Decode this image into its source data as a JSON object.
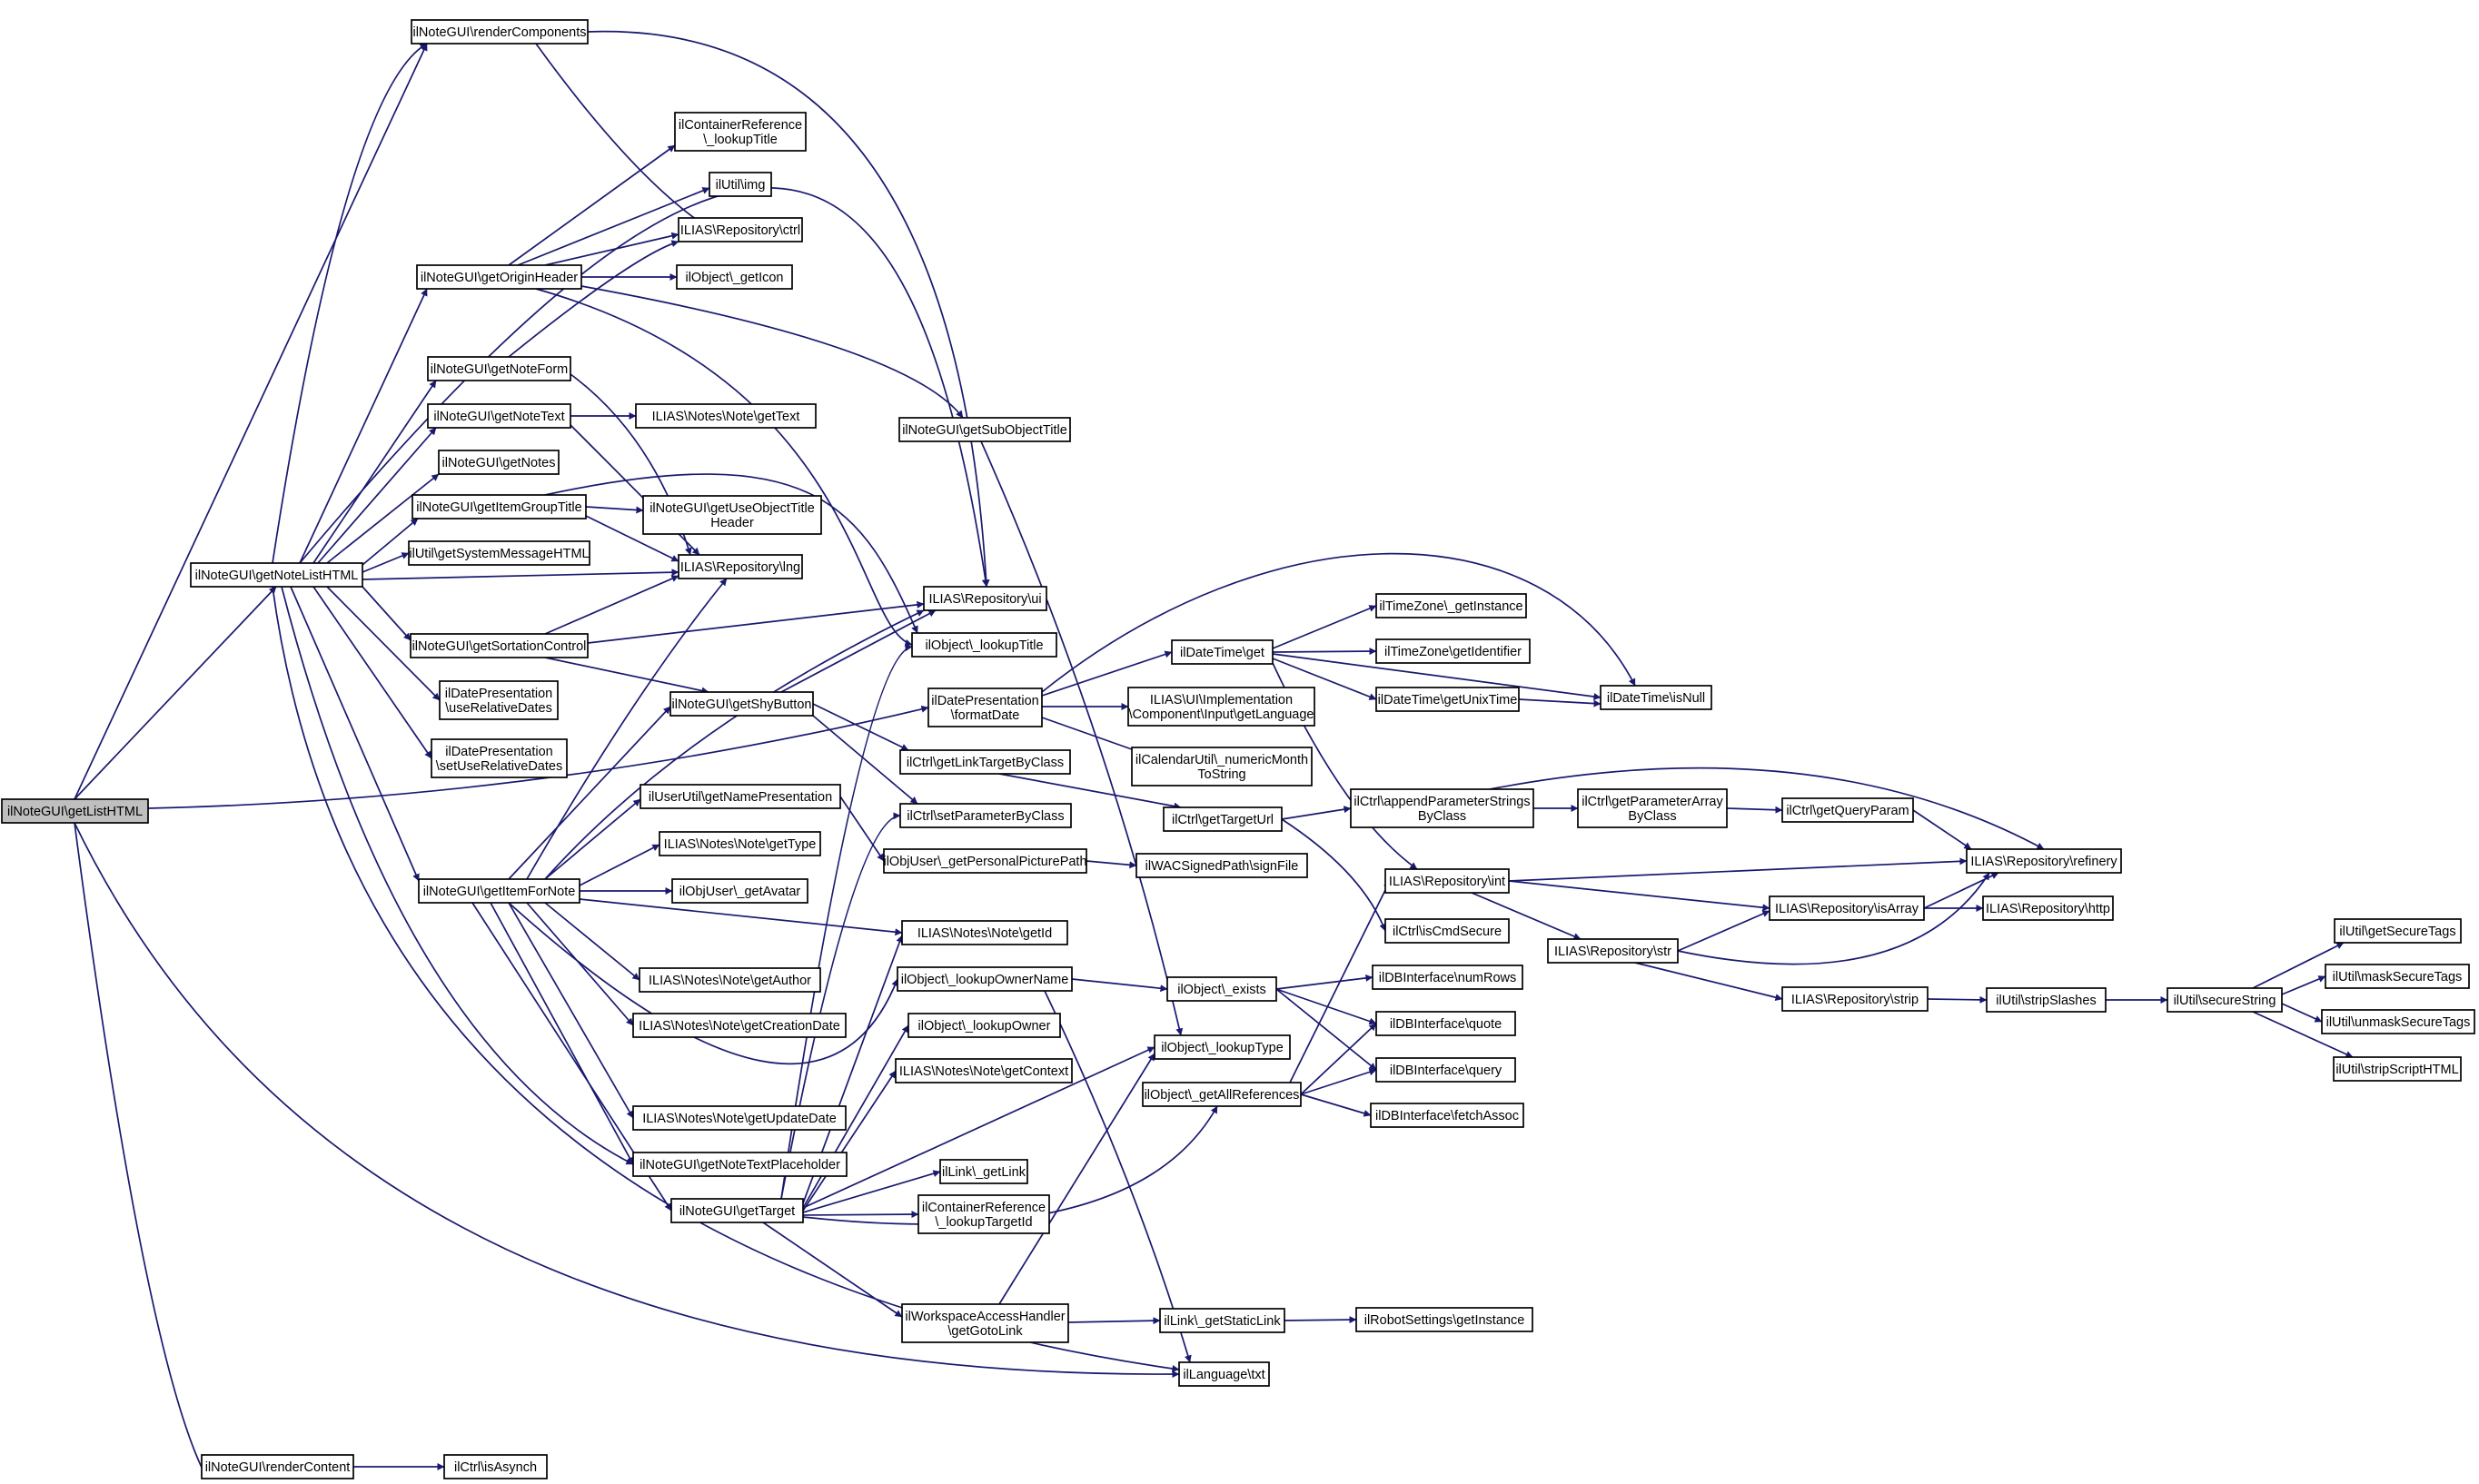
{
  "diagram": {
    "type": "doxygen-call-graph",
    "colors": {
      "edge": "#191970",
      "node_border": "#000000",
      "truncated_border": "#ff0000",
      "root_fill": "#bfbfbf",
      "node_fill": "#ffffff"
    },
    "nodes": [
      {
        "id": "root",
        "lines": [
          "ilNoteGUI\\getListHTML"
        ],
        "style": "root"
      },
      {
        "id": "renderComponents",
        "lines": [
          "ilNoteGUI\\renderComponents"
        ]
      },
      {
        "id": "getNoteListHTML",
        "lines": [
          "ilNoteGUI\\getNoteListHTML"
        ]
      },
      {
        "id": "renderContent",
        "lines": [
          "ilNoteGUI\\renderContent"
        ]
      },
      {
        "id": "containerRefLookupTitle",
        "lines": [
          "ilContainerReference",
          "\\_lookupTitle"
        ]
      },
      {
        "id": "utilImg",
        "lines": [
          "ilUtil\\img"
        ]
      },
      {
        "id": "repoCtrl",
        "lines": [
          "ILIAS\\Repository\\ctrl"
        ]
      },
      {
        "id": "getOriginHeader",
        "lines": [
          "ilNoteGUI\\getOriginHeader"
        ]
      },
      {
        "id": "objGetIcon",
        "lines": [
          "ilObject\\_getIcon"
        ]
      },
      {
        "id": "getNoteForm",
        "lines": [
          "ilNoteGUI\\getNoteForm"
        ]
      },
      {
        "id": "getNoteText",
        "lines": [
          "ilNoteGUI\\getNoteText"
        ]
      },
      {
        "id": "noteGetText",
        "lines": [
          "ILIAS\\Notes\\Note\\getText"
        ]
      },
      {
        "id": "getSubObjectTitle",
        "lines": [
          "ilNoteGUI\\getSubObjectTitle"
        ]
      },
      {
        "id": "getNotes",
        "lines": [
          "ilNoteGUI\\getNotes"
        ]
      },
      {
        "id": "getItemGroupTitle",
        "lines": [
          "ilNoteGUI\\getItemGroupTitle"
        ]
      },
      {
        "id": "getUseObjectTitleHeader",
        "lines": [
          "ilNoteGUI\\getUseObjectTitle",
          "Header"
        ]
      },
      {
        "id": "getSystemMessageHTML",
        "lines": [
          "ilUtil\\getSystemMessageHTML"
        ]
      },
      {
        "id": "repoLng",
        "lines": [
          "ILIAS\\Repository\\lng"
        ]
      },
      {
        "id": "repoUi",
        "lines": [
          "ILIAS\\Repository\\ui"
        ]
      },
      {
        "id": "getSortationControl",
        "lines": [
          "ilNoteGUI\\getSortationControl"
        ]
      },
      {
        "id": "objLookupTitle",
        "lines": [
          "ilObject\\_lookupTitle"
        ]
      },
      {
        "id": "useRelativeDates",
        "lines": [
          "ilDatePresentation",
          "\\useRelativeDates"
        ]
      },
      {
        "id": "getShyButton",
        "lines": [
          "ilNoteGUI\\getShyButton"
        ]
      },
      {
        "id": "formatDate",
        "lines": [
          "ilDatePresentation",
          "\\formatDate"
        ]
      },
      {
        "id": "setUseRelativeDates",
        "lines": [
          "ilDatePresentation",
          "\\setUseRelativeDates"
        ]
      },
      {
        "id": "getLinkTargetByClass",
        "lines": [
          "ilCtrl\\getLinkTargetByClass"
        ]
      },
      {
        "id": "getNamePresentation",
        "lines": [
          "ilUserUtil\\getNamePresentation"
        ]
      },
      {
        "id": "setParameterByClass",
        "lines": [
          "ilCtrl\\setParameterByClass"
        ]
      },
      {
        "id": "noteGetType",
        "lines": [
          "ILIAS\\Notes\\Note\\getType"
        ]
      },
      {
        "id": "getItemForNote",
        "lines": [
          "ilNoteGUI\\getItemForNote"
        ]
      },
      {
        "id": "getPersonalPicturePath",
        "lines": [
          "ilObjUser\\_getPersonalPicturePath"
        ]
      },
      {
        "id": "objUserGetAvatar",
        "lines": [
          "ilObjUser\\_getAvatar"
        ]
      },
      {
        "id": "noteGetId",
        "lines": [
          "ILIAS\\Notes\\Note\\getId"
        ]
      },
      {
        "id": "noteGetAuthor",
        "lines": [
          "ILIAS\\Notes\\Note\\getAuthor"
        ]
      },
      {
        "id": "lookupOwnerName",
        "lines": [
          "ilObject\\_lookupOwnerName"
        ]
      },
      {
        "id": "noteGetCreationDate",
        "lines": [
          "ILIAS\\Notes\\Note\\getCreationDate"
        ]
      },
      {
        "id": "lookupOwner",
        "lines": [
          "ilObject\\_lookupOwner"
        ]
      },
      {
        "id": "noteGetContext",
        "lines": [
          "ILIAS\\Notes\\Note\\getContext"
        ]
      },
      {
        "id": "noteGetUpdateDate",
        "lines": [
          "ILIAS\\Notes\\Note\\getUpdateDate"
        ]
      },
      {
        "id": "getNoteTextPlaceholder",
        "lines": [
          "ilNoteGUI\\getNoteTextPlaceholder"
        ]
      },
      {
        "id": "linkGetLink",
        "lines": [
          "ilLink\\_getLink"
        ]
      },
      {
        "id": "getTarget",
        "lines": [
          "ilNoteGUI\\getTarget"
        ]
      },
      {
        "id": "containerRefLookupTargetId",
        "lines": [
          "ilContainerReference",
          "\\_lookupTargetId"
        ]
      },
      {
        "id": "getGotoLink",
        "lines": [
          "ilWorkspaceAccessHandler",
          "\\getGotoLink"
        ]
      },
      {
        "id": "languageTxt",
        "lines": [
          "ilLanguage\\txt"
        ]
      },
      {
        "id": "ctrlIsAsynch",
        "lines": [
          "ilCtrl\\isAsynch"
        ]
      },
      {
        "id": "dateTimeGet",
        "lines": [
          "ilDateTime\\get"
        ]
      },
      {
        "id": "getLanguage",
        "lines": [
          "ILIAS\\UI\\Implementation",
          "\\Component\\Input\\getLanguage"
        ]
      },
      {
        "id": "numericMonthToString",
        "lines": [
          "ilCalendarUtil\\_numericMonth",
          "ToString"
        ]
      },
      {
        "id": "getTargetUrl",
        "lines": [
          "ilCtrl\\getTargetUrl"
        ]
      },
      {
        "id": "signFile",
        "lines": [
          "ilWACSignedPath\\signFile"
        ]
      },
      {
        "id": "objExists",
        "lines": [
          "ilObject\\_exists"
        ]
      },
      {
        "id": "objLookupType",
        "lines": [
          "ilObject\\_lookupType"
        ]
      },
      {
        "id": "objGetAllReferences",
        "lines": [
          "ilObject\\_getAllReferences"
        ]
      },
      {
        "id": "linkGetStaticLink",
        "lines": [
          "ilLink\\_getStaticLink"
        ]
      },
      {
        "id": "timeZoneGetInstance",
        "lines": [
          "ilTimeZone\\_getInstance"
        ]
      },
      {
        "id": "timeZoneGetIdentifier",
        "lines": [
          "ilTimeZone\\getIdentifier"
        ]
      },
      {
        "id": "dateTimeGetUnixTime",
        "lines": [
          "ilDateTime\\getUnixTime"
        ]
      },
      {
        "id": "dateTimeIsNull",
        "lines": [
          "ilDateTime\\isNull"
        ]
      },
      {
        "id": "appendParameterStringsByClass",
        "lines": [
          "ilCtrl\\appendParameterStrings",
          "ByClass"
        ]
      },
      {
        "id": "repoInt",
        "lines": [
          "ILIAS\\Repository\\int"
        ]
      },
      {
        "id": "ctrlIsCmdSecure",
        "lines": [
          "ilCtrl\\isCmdSecure"
        ]
      },
      {
        "id": "dbNumRows",
        "lines": [
          "ilDBInterface\\numRows"
        ]
      },
      {
        "id": "dbQuote",
        "lines": [
          "ilDBInterface\\quote"
        ]
      },
      {
        "id": "dbQuery",
        "lines": [
          "ilDBInterface\\query"
        ]
      },
      {
        "id": "dbFetchAssoc",
        "lines": [
          "ilDBInterface\\fetchAssoc"
        ]
      },
      {
        "id": "robotSettingsGetInstance",
        "lines": [
          "ilRobotSettings\\getInstance"
        ]
      },
      {
        "id": "getParameterArrayByClass",
        "lines": [
          "ilCtrl\\getParameterArray",
          "ByClass"
        ]
      },
      {
        "id": "repoStr",
        "lines": [
          "ILIAS\\Repository\\str"
        ]
      },
      {
        "id": "repoStrip",
        "lines": [
          "ILIAS\\Repository\\strip"
        ]
      },
      {
        "id": "ctrlGetQueryParam",
        "lines": [
          "ilCtrl\\getQueryParam"
        ]
      },
      {
        "id": "repoIsArray",
        "lines": [
          "ILIAS\\Repository\\isArray"
        ]
      },
      {
        "id": "repoRefinery",
        "lines": [
          "ILIAS\\Repository\\refinery"
        ]
      },
      {
        "id": "repoHttp",
        "lines": [
          "ILIAS\\Repository\\http"
        ]
      },
      {
        "id": "stripSlashes",
        "lines": [
          "ilUtil\\stripSlashes"
        ]
      },
      {
        "id": "secureString",
        "lines": [
          "ilUtil\\secureString"
        ]
      },
      {
        "id": "getSecureTags",
        "lines": [
          "ilUtil\\getSecureTags"
        ]
      },
      {
        "id": "maskSecureTags",
        "lines": [
          "ilUtil\\maskSecureTags"
        ],
        "style": "truncated"
      },
      {
        "id": "unmaskSecureTags",
        "lines": [
          "ilUtil\\unmaskSecureTags"
        ],
        "style": "truncated"
      },
      {
        "id": "stripScriptHTML",
        "lines": [
          "ilUtil\\stripScriptHTML"
        ]
      }
    ]
  }
}
